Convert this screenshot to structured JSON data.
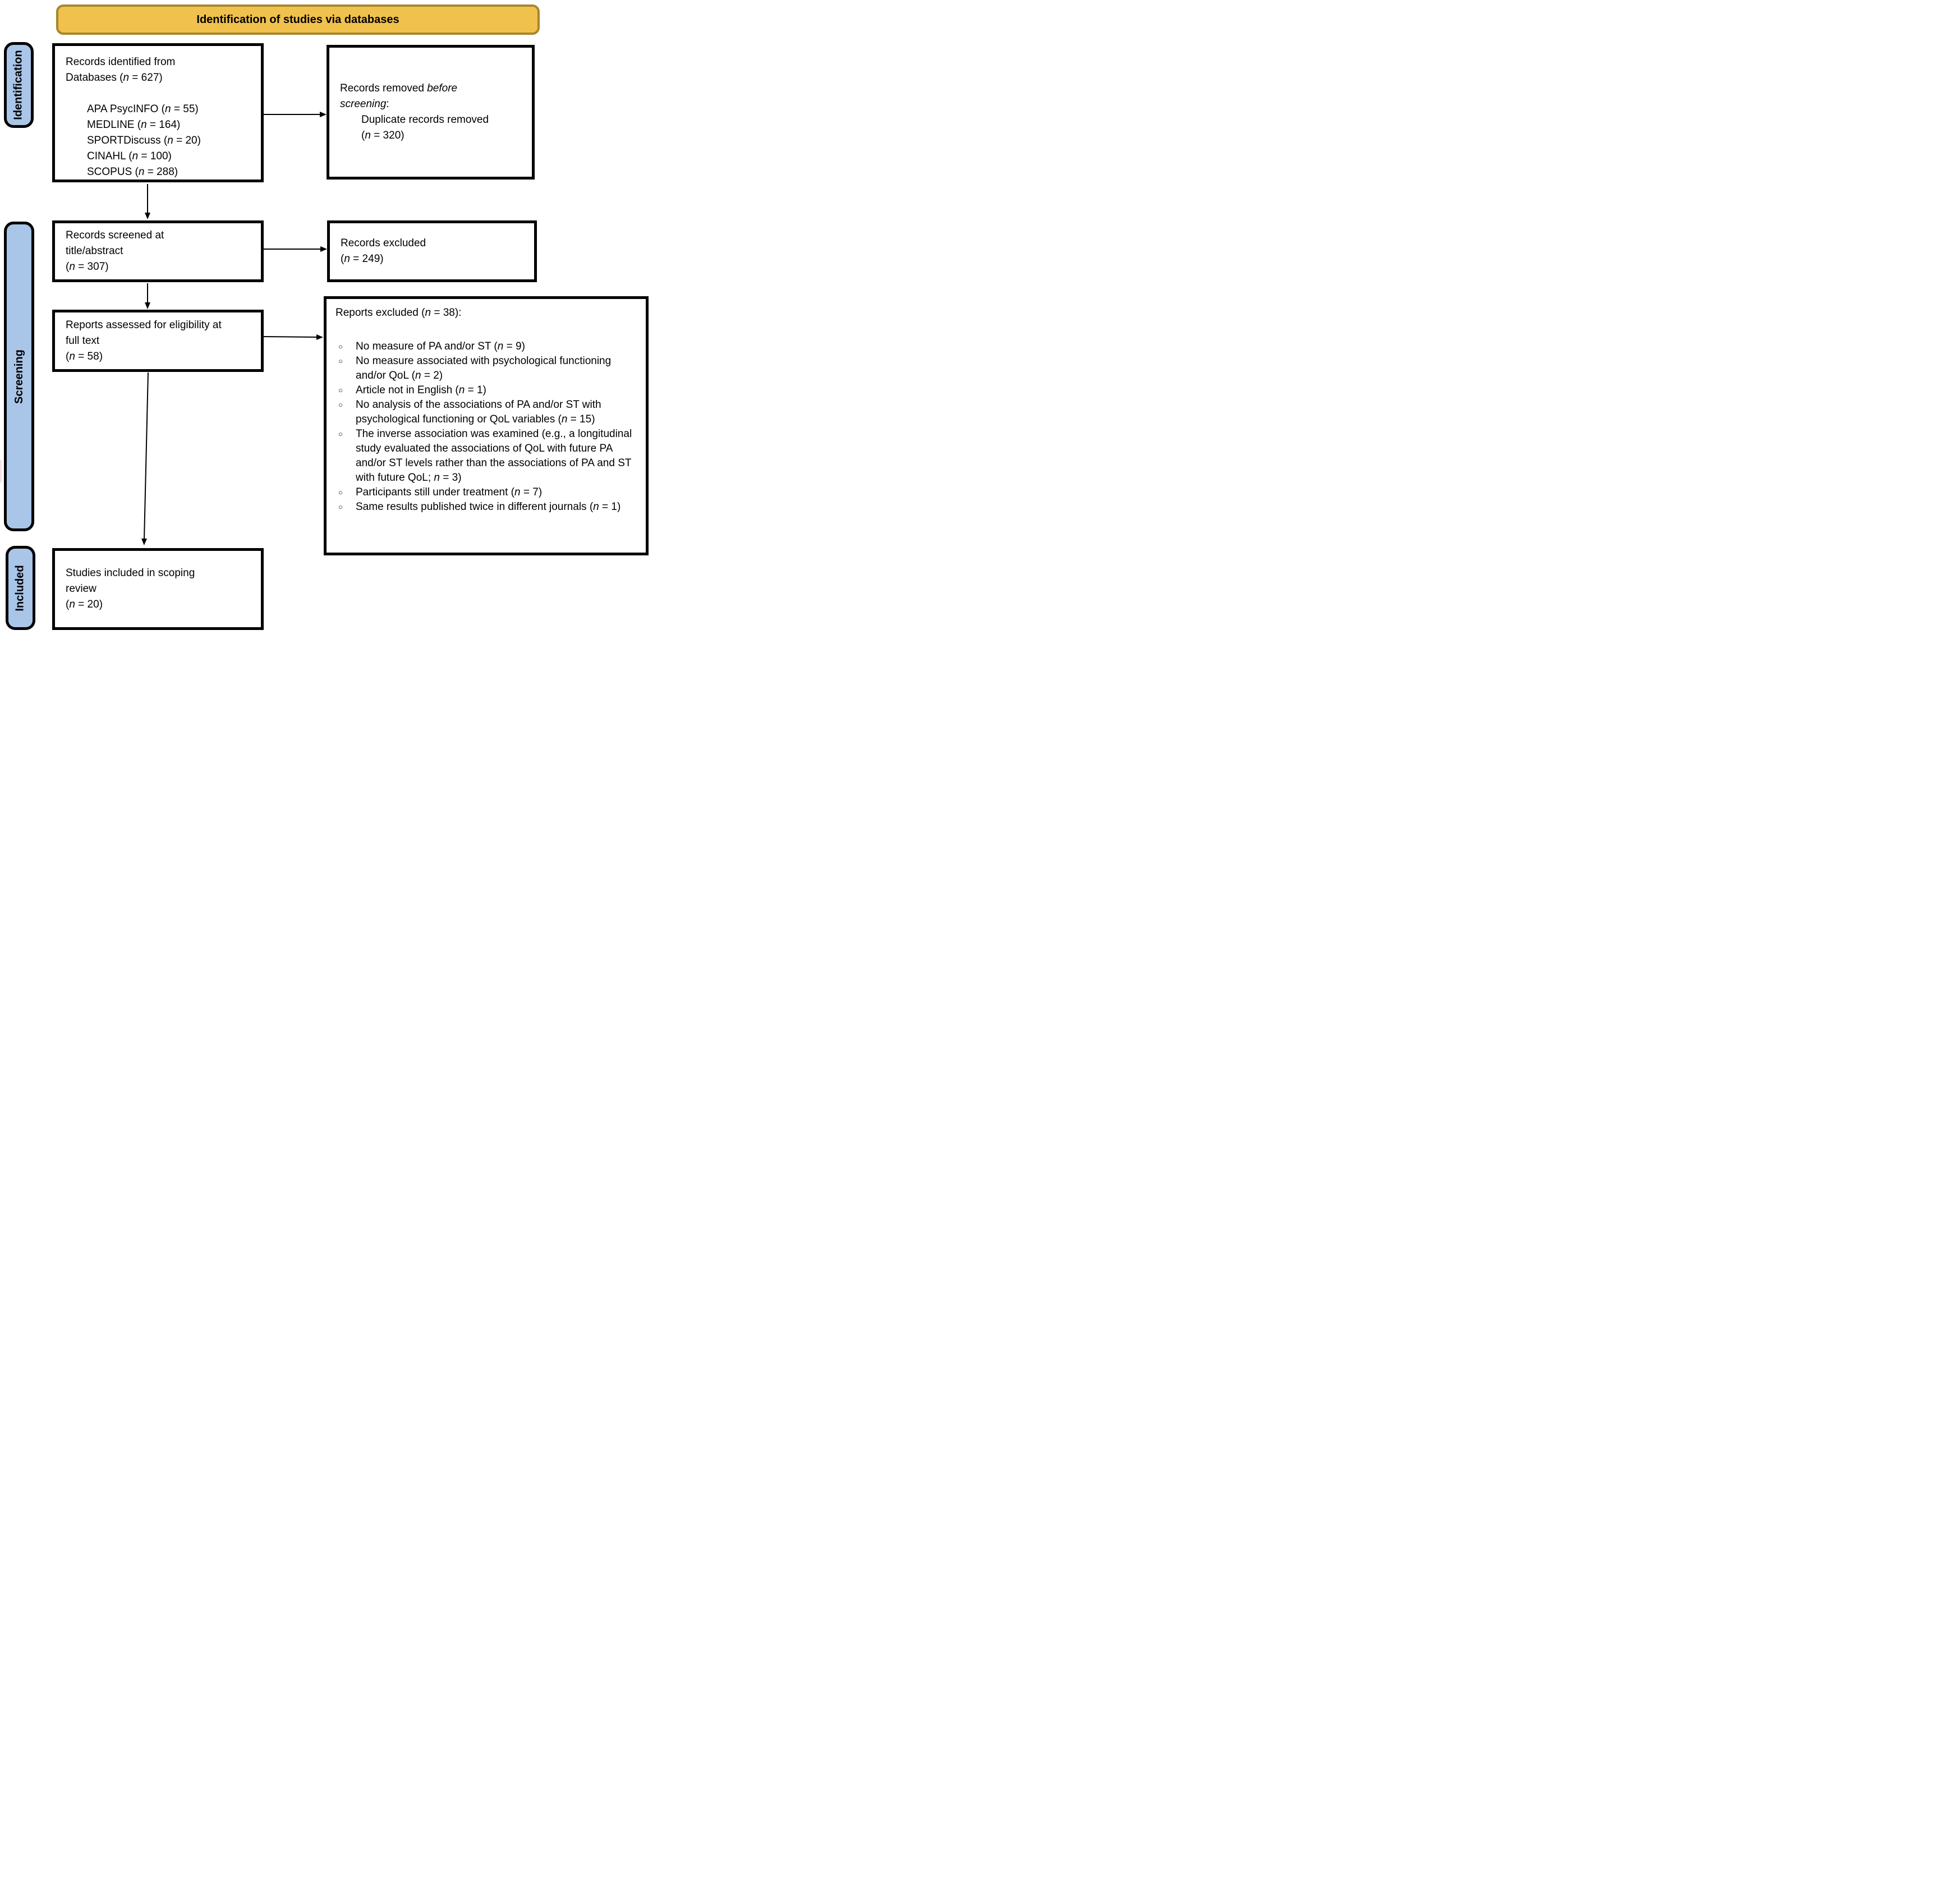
{
  "banner": {
    "title": "Identification of studies via databases"
  },
  "sidebar": [
    {
      "label": "Identification"
    },
    {
      "label": "Screening"
    },
    {
      "label": "Included"
    }
  ],
  "colors": {
    "banner_fill": "#F0C14D",
    "banner_border": "#A8862B",
    "sidebar_fill": "#A9C5E8"
  },
  "bullet_marker": "○",
  "boxes": {
    "records_identified": {
      "intro": [
        {
          "t": "Records identified from"
        },
        {
          "br": true
        },
        {
          "t": "Databases ("
        },
        {
          "t": "n",
          "i": true
        },
        {
          "t": " = 627)"
        }
      ],
      "databases": [
        [
          {
            "t": "APA PsycINFO ("
          },
          {
            "t": "n",
            "i": true
          },
          {
            "t": " = 55)"
          }
        ],
        [
          {
            "t": "MEDLINE ("
          },
          {
            "t": "n",
            "i": true
          },
          {
            "t": " = 164)"
          }
        ],
        [
          {
            "t": "SPORTDiscuss ("
          },
          {
            "t": "n",
            "i": true
          },
          {
            "t": " = 20)"
          }
        ],
        [
          {
            "t": "CINAHL ("
          },
          {
            "t": "n",
            "i": true
          },
          {
            "t": " = 100)"
          }
        ],
        [
          {
            "t": "SCOPUS ("
          },
          {
            "t": "n",
            "i": true
          },
          {
            "t": " = 288)"
          }
        ]
      ]
    },
    "records_removed": {
      "intro": [
        {
          "t": "Records removed "
        },
        {
          "t": "before",
          "i": true
        },
        {
          "br": true
        },
        {
          "t": "screening",
          "i": true
        },
        {
          "t": ":"
        }
      ],
      "detail": [
        {
          "t": "Duplicate records removed"
        },
        {
          "br": true
        },
        {
          "t": "("
        },
        {
          "t": "n",
          "i": true
        },
        {
          "t": " = 320)"
        }
      ]
    },
    "records_screened": {
      "text": [
        {
          "t": "Records screened at"
        },
        {
          "br": true
        },
        {
          "t": "title/abstract"
        },
        {
          "br": true
        },
        {
          "t": "("
        },
        {
          "t": "n",
          "i": true
        },
        {
          "t": " = 307)"
        }
      ]
    },
    "records_excluded": {
      "text": [
        {
          "t": "Records excluded"
        },
        {
          "br": true
        },
        {
          "t": "("
        },
        {
          "t": "n",
          "i": true
        },
        {
          "t": " = 249)"
        }
      ]
    },
    "reports_assessed": {
      "text": [
        {
          "t": "Reports assessed for eligibility at"
        },
        {
          "br": true
        },
        {
          "t": "full text"
        },
        {
          "br": true
        },
        {
          "t": "("
        },
        {
          "t": "n",
          "i": true
        },
        {
          "t": " = 58)"
        }
      ]
    },
    "reports_excluded": {
      "header": [
        {
          "t": "Reports excluded ("
        },
        {
          "t": "n",
          "i": true
        },
        {
          "t": " = 38):"
        }
      ],
      "reasons": [
        [
          {
            "t": "No measure of PA and/or ST ("
          },
          {
            "t": "n",
            "i": true
          },
          {
            "t": " = 9)"
          }
        ],
        [
          {
            "t": "No measure associated with psychological functioning and/or QoL ("
          },
          {
            "t": "n",
            "i": true
          },
          {
            "t": " = 2)"
          }
        ],
        [
          {
            "t": "Article not in English ("
          },
          {
            "t": "n",
            "i": true
          },
          {
            "t": " = 1)"
          }
        ],
        [
          {
            "t": "No analysis of the associations of PA and/or ST with psychological functioning or QoL variables ("
          },
          {
            "t": "n",
            "i": true
          },
          {
            "t": " = 15)"
          }
        ],
        [
          {
            "t": "The inverse association was examined (e.g., a longitudinal study evaluated the associations of QoL with future PA and/or ST levels rather than the associations of PA and ST with future QoL; "
          },
          {
            "t": "n",
            "i": true
          },
          {
            "t": " = 3)"
          }
        ],
        [
          {
            "t": "Participants still under treatment ("
          },
          {
            "t": "n",
            "i": true
          },
          {
            "t": " = 7)"
          }
        ],
        [
          {
            "t": "Same results published twice in different journals ("
          },
          {
            "t": "n",
            "i": true
          },
          {
            "t": " = 1)"
          }
        ]
      ]
    },
    "studies_included": {
      "text": [
        {
          "t": "Studies included in scoping"
        },
        {
          "br": true
        },
        {
          "t": "review"
        },
        {
          "br": true
        },
        {
          "t": "("
        },
        {
          "t": "n",
          "i": true
        },
        {
          "t": " = 20)"
        }
      ]
    }
  }
}
